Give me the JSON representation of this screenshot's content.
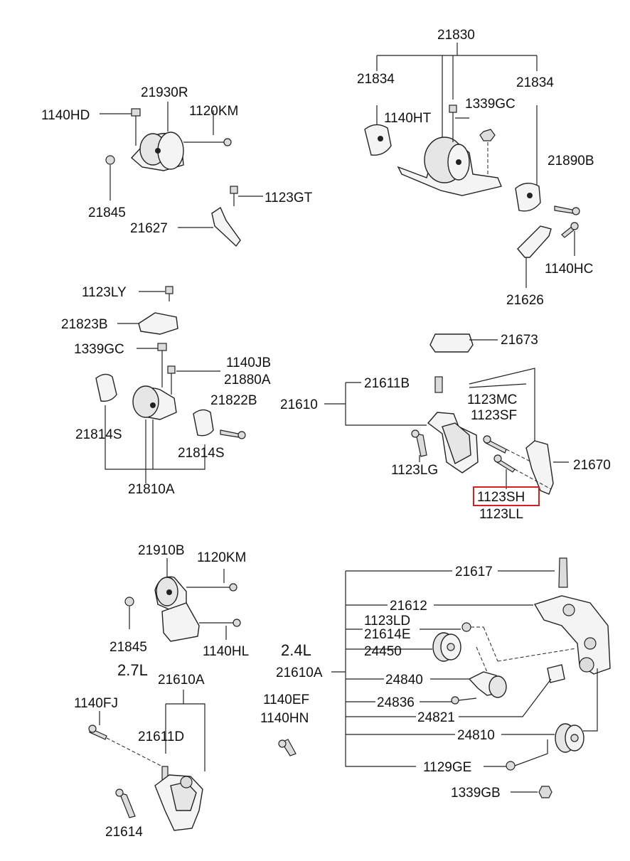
{
  "labels": {
    "p21830": "21830",
    "p21834_l": "21834",
    "p21834_r": "21834",
    "p1140HT": "1140HT",
    "p1339GC_top": "1339GC",
    "p21890B": "21890B",
    "p1140HC": "1140HC",
    "p21626": "21626",
    "p1140HD": "1140HD",
    "p21930R": "21930R",
    "p1120KM_top": "1120KM",
    "p1123GT": "1123GT",
    "p21845_top": "21845",
    "p21627": "21627",
    "p1123LY": "1123LY",
    "p21823B": "21823B",
    "p1339GC_mid": "1339GC",
    "p1140JB": "1140JB",
    "p21880A": "21880A",
    "p21822B": "21822B",
    "p21814S_l": "21814S",
    "p21814S_r": "21814S",
    "p21810A": "21810A",
    "p21673": "21673",
    "p21611B": "21611B",
    "p21610": "21610",
    "p1123MC": "1123MC",
    "p1123SF": "1123SF",
    "p21670": "21670",
    "p1123LG": "1123LG",
    "p1123SH": "1123SH",
    "p1123LL": "1123LL",
    "p21910B": "21910B",
    "p1120KM_bot": "1120KM",
    "p21845_bot": "21845",
    "p1140HL": "1140HL",
    "p2_7L": "2.7L",
    "p21610A_l": "21610A",
    "p1140FJ": "1140FJ",
    "p21611D": "21611D",
    "p21614": "21614",
    "p2_4L": "2.4L",
    "p21610A_r": "21610A",
    "p21617": "21617",
    "p21612": "21612",
    "p1123LD": "1123LD",
    "p21614E": "21614E",
    "p24450": "24450",
    "p24840": "24840",
    "p1140EF": "1140EF",
    "p1140HN": "1140HN",
    "p24836": "24836",
    "p24821": "24821",
    "p24810": "24810",
    "p1129GE": "1129GE",
    "p1339GB": "1339GB"
  },
  "highlight": {
    "part_number": "1123SH",
    "color": "#d81e1e"
  }
}
